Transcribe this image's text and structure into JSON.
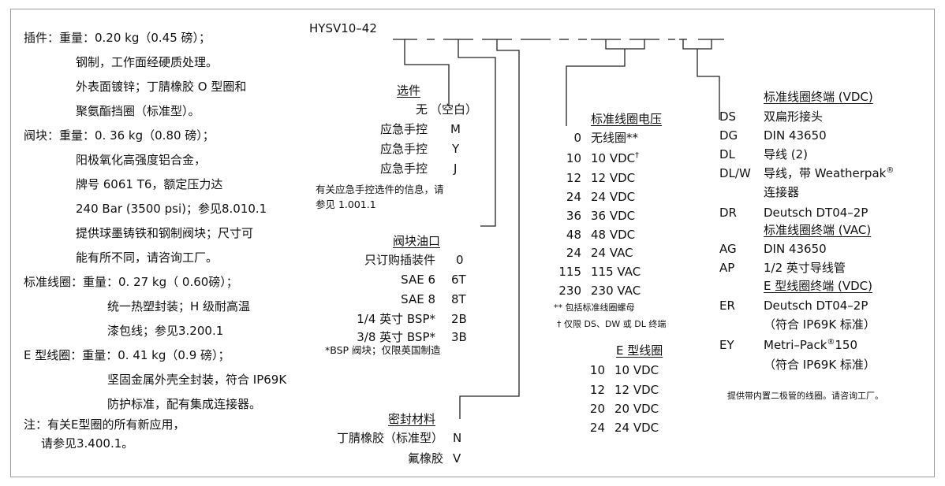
{
  "model": "HYSV10–42",
  "specs": [
    "插件：重量：0.20 kg（0.45 磅）；",
    "钢制，工作面经硬质处理。",
    "外表面镀锌；丁腈橡胶 O 型圈和",
    "聚氨酯挡圈（标准型）。",
    "阀块：重量：0. 36 kg（0.80 磅）；",
    "阳极氧化高强度铝合金，",
    "牌号 6061 T6，额定压力达",
    "240 Bar (3500 psi)；参见8.010.1",
    "提供球墨铸铁和钢制阀块；尺寸可",
    "能有所不同，请咨询工厂。",
    "标准线圈：重量：0. 27 kg（ 0.60磅）；",
    "统一热塑封装；H 级耐高温",
    "漆包线；参见3.200.1",
    "E 型线圈：重量：0. 41 kg（0.9 磅）；",
    "坚固金属外壳全封装，符合 IP69K",
    "防护标准，配有集成连接器。",
    "注：有关E型圈的所有新应用，",
    "请参见3.400.1。"
  ],
  "options": {
    "title": "选件",
    "items": [
      {
        "label": "无",
        "code": "（空白）"
      },
      {
        "label": "应急手控",
        "code": "M"
      },
      {
        "label": "应急手控",
        "code": "Y"
      },
      {
        "label": "应急手控",
        "code": "J"
      }
    ],
    "note1": "有关应急手控选件的信息，请",
    "note2": "参见 1.001.1"
  },
  "ports": {
    "title": "阀块油口",
    "items": [
      {
        "label": "只订购插装件",
        "code": "0"
      },
      {
        "label": "SAE 6",
        "code": "6T"
      },
      {
        "label": "SAE 8",
        "code": "8T"
      },
      {
        "label": "1/4 英寸 BSP*",
        "code": "2B"
      },
      {
        "label": "3/8 英寸 BSP*",
        "code": "3B"
      }
    ],
    "note": "*BSP 阀块；仅限英国制造"
  },
  "seals": {
    "title": "密封材料",
    "items": [
      {
        "label": "丁腈橡胶（标准型）",
        "code": "N"
      },
      {
        "label": "氟橡胶",
        "code": "V"
      }
    ]
  },
  "voltage": {
    "title": "标准线圈电压",
    "items": [
      {
        "code": "0",
        "label": "无线圈**"
      },
      {
        "code": "10",
        "label": "10 VDC",
        "sup": "†"
      },
      {
        "code": "12",
        "label": "12 VDC"
      },
      {
        "code": "24",
        "label": "24 VDC"
      },
      {
        "code": "36",
        "label": "36 VDC"
      },
      {
        "code": "48",
        "label": "48 VDC"
      },
      {
        "code": "24",
        "label": "24 VAC"
      },
      {
        "code": "115",
        "label": "115 VAC"
      },
      {
        "code": "230",
        "label": "230 VAC"
      }
    ],
    "note1": "** 包括标准线圈螺母",
    "note2": "† 仅限 DS、DW 或 DL 终端"
  },
  "ecoil": {
    "title": "E 型线圈",
    "items": [
      {
        "code": "10",
        "label": "10 VDC"
      },
      {
        "code": "12",
        "label": "12 VDC"
      },
      {
        "code": "20",
        "label": "20 VDC"
      },
      {
        "code": "24",
        "label": "24 VDC"
      }
    ]
  },
  "terminals": {
    "title_vdc": "标准线圈终端 (VDC)",
    "vdc": [
      {
        "code": "DS",
        "label": "双扁形接头"
      },
      {
        "code": "DG",
        "label": "DIN 43650"
      },
      {
        "code": "DL",
        "label": "导线 (2)"
      },
      {
        "code": "DL/W",
        "label": "导线，带 Weatherpak",
        "sup": "®"
      }
    ],
    "dlw_cont": "连接器",
    "dr": {
      "code": "DR",
      "label": "Deutsch DT04–2P"
    },
    "title_vac": "标准线圈终端 (VAC)",
    "vac": [
      {
        "code": "AG",
        "label": "DIN 43650"
      },
      {
        "code": "AP",
        "label": "1/2 英寸导线管"
      }
    ],
    "title_e": "E 型线圈终端 (VDC)",
    "er": {
      "code": "ER",
      "label": "Deutsch DT04–2P"
    },
    "er_cont": "（符合 IP69K 标准）",
    "ey": {
      "code": "EY",
      "label": "Metri–Pack",
      "sup": "®",
      "label2": "150"
    },
    "ey_cont": "（符合 IP69K 标准）",
    "note": "提供带内置二极管的线圈。请咨询工厂。"
  }
}
